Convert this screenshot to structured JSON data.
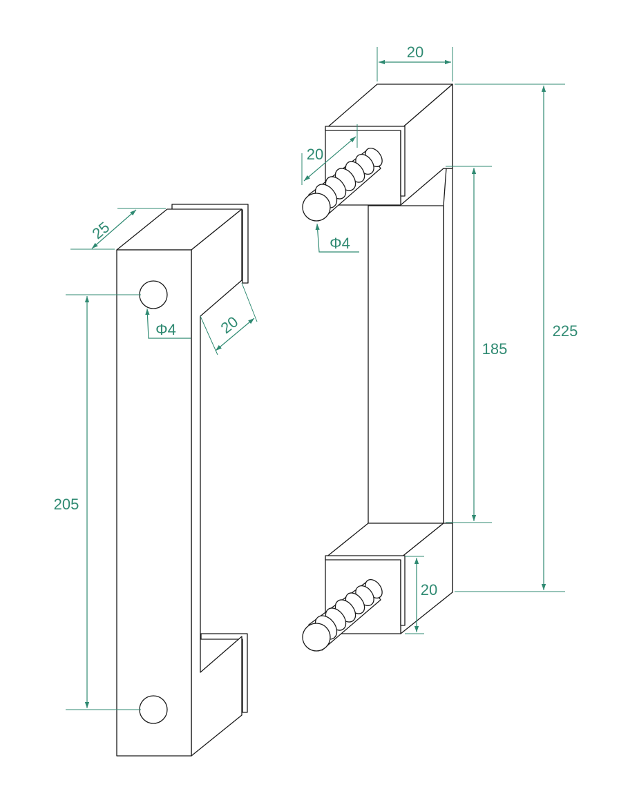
{
  "colors": {
    "part_outline": "#1a1a1a",
    "dimension": "#2f8a72",
    "background": "#ffffff"
  },
  "dimensions": {
    "left_depth": "25",
    "left_hole_dia": "Φ4",
    "left_leg_width": "20",
    "left_hole_spacing": "205",
    "right_top_width": "20",
    "right_stud_length": "20",
    "right_stud_dia": "Φ4",
    "right_inner_length": "185",
    "right_total_length": "225",
    "right_block_height": "20"
  }
}
